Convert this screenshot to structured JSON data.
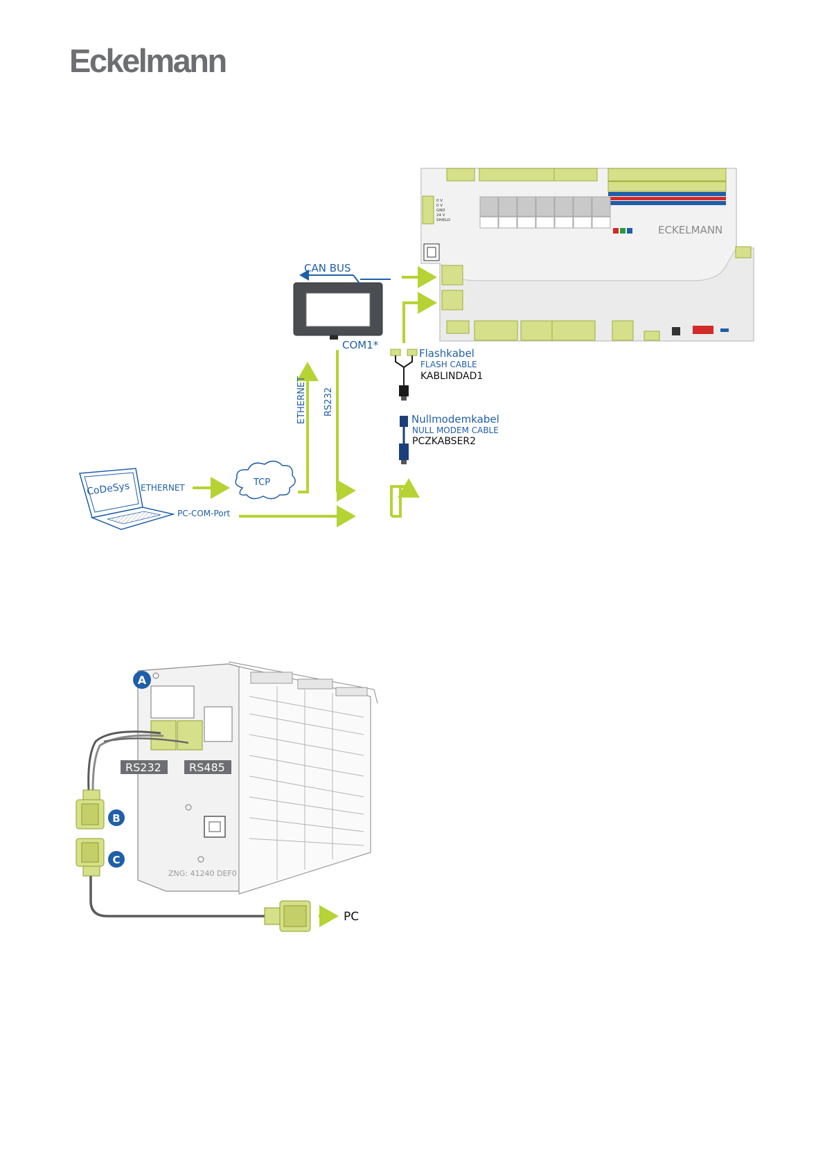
{
  "header": {
    "brand": "Eckelmann"
  },
  "colors": {
    "green": "#b5d334",
    "blue": "#1f5ea8",
    "navy": "#1b3f7a",
    "gray": "#6d6e71",
    "connector": "#d6e08a"
  },
  "diagram1": {
    "can_bus": "CAN BUS",
    "com1": "COM1*",
    "ethernet_vertical": "ETHERNET",
    "rs232_vertical": "RS232",
    "laptop_screen": "CoDeSys",
    "laptop_ethernet": "ETHERNET",
    "tcp": "TCP",
    "pc_com_port": "PC-COM-Port",
    "flash_de": "Flashkabel",
    "flash_en": "FLASH CABLE",
    "flash_part": "KABLINDAD1",
    "null_de": "Nullmodemkabel",
    "null_en": "NULL MODEM CABLE",
    "null_part": "PCZKABSER2",
    "board_brand": "ECKELMANN",
    "power_terminals": [
      "0 V",
      "0 V",
      "GND",
      "24 V",
      "SHIELD"
    ]
  },
  "diagram2": {
    "badge_a": "A",
    "badge_b": "B",
    "badge_c": "C",
    "rs232": "RS232",
    "rs485": "RS485",
    "drawing_no": "ZNG: 41240 DEF0",
    "pc": "PC"
  }
}
